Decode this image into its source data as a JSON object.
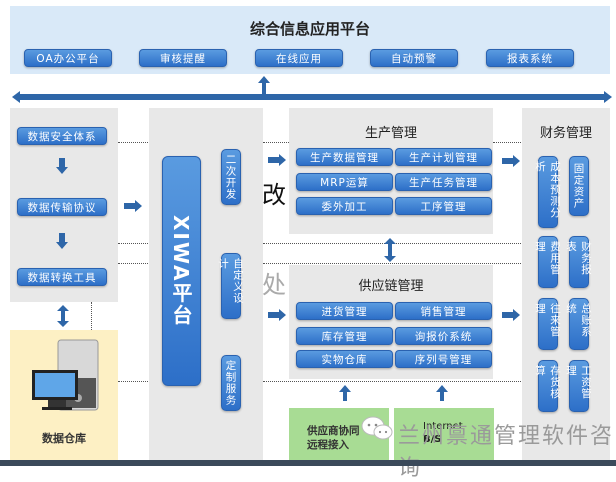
{
  "top": {
    "title": "综合信息应用平台",
    "buttons": [
      "OA办公平台",
      "审核提醒",
      "在线应用",
      "自动预警",
      "报表系统"
    ]
  },
  "data_layer": {
    "items": [
      "数据安全体系",
      "数据传输协议",
      "数据转换工具"
    ],
    "warehouse_label": "数据仓库"
  },
  "platform": {
    "name": "XIWA平台",
    "features": [
      "二次开发",
      "自定义设计",
      "定制服务"
    ]
  },
  "production": {
    "title": "生产管理",
    "items": [
      "生产数据管理",
      "生产计划管理",
      "MRP运算",
      "生产任务管理",
      "委外加工",
      "工序管理"
    ]
  },
  "supply_chain": {
    "title": "供应链管理",
    "items": [
      "进货管理",
      "销售管理",
      "库存管理",
      "询报价系统",
      "实物仓库",
      "序列号管理"
    ]
  },
  "finance": {
    "title": "财务管理",
    "items": [
      "成本预测分析",
      "固定资产",
      "费用管理",
      "财务报表",
      "往来管理",
      "总账系统",
      "存货核算",
      "工资管理"
    ]
  },
  "access": {
    "supplier": "供应商协同\n远程接入",
    "supplier_line1": "供应商协同",
    "supplier_line2": "远程接入",
    "internet_line1": "Internet",
    "internet_line2": "B/S"
  },
  "overlay": {
    "ghost_char_1": "改",
    "ghost_char_2": "处",
    "watermark": "兰州禀通管理软件咨询"
  },
  "colors": {
    "accent_blue": "#2d6fc8",
    "arrow_blue": "#2e66a8",
    "panel_gray": "#e8e8e8",
    "top_bg": "#d9e9f8",
    "warehouse_bg": "#fdf0c4",
    "access_green": "#a8dc94"
  }
}
